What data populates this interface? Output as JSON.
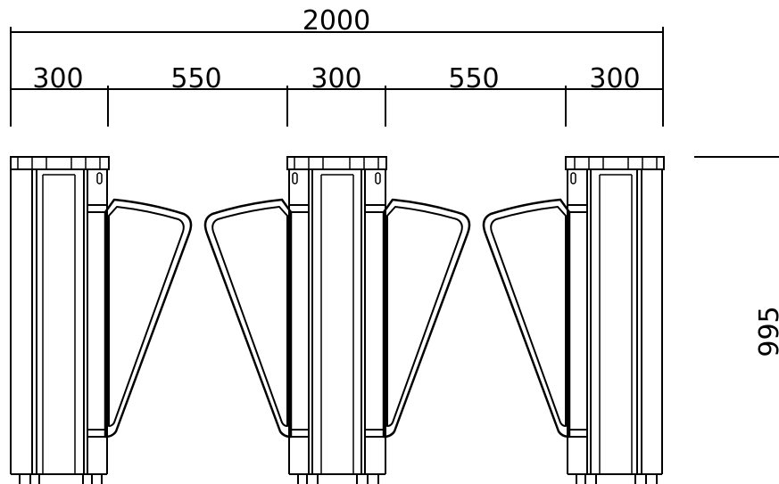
{
  "drawing": {
    "dimensions": {
      "overall_width": "2000",
      "segments": [
        "300",
        "550",
        "300",
        "550",
        "300"
      ],
      "height": "995"
    },
    "colors": {
      "line": "#000000",
      "background": "#ffffff"
    }
  }
}
